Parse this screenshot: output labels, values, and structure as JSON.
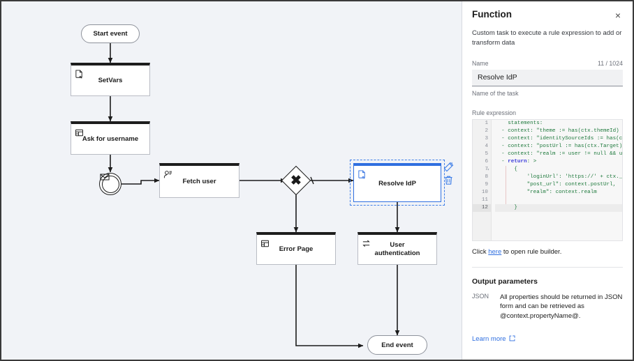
{
  "canvas": {
    "nodes": [
      {
        "id": "start",
        "label": "Start event",
        "type": "start-event",
        "icon": ""
      },
      {
        "id": "setvars",
        "label": "SetVars",
        "type": "task",
        "icon": "script-icon"
      },
      {
        "id": "ask",
        "label": "Ask for username",
        "type": "task",
        "icon": "form-icon"
      },
      {
        "id": "msg",
        "label": "",
        "type": "message-event",
        "icon": "envelope-icon"
      },
      {
        "id": "fetch",
        "label": "Fetch user",
        "type": "task",
        "icon": "user-lookup-icon"
      },
      {
        "id": "gw",
        "label": "",
        "type": "exclusive-gateway",
        "icon": "x-icon"
      },
      {
        "id": "resolve",
        "label": "Resolve IdP",
        "type": "task",
        "icon": "script-icon",
        "selected": true
      },
      {
        "id": "error",
        "label": "Error Page",
        "type": "task",
        "icon": "form-icon"
      },
      {
        "id": "auth",
        "label": "User\nauthentication",
        "type": "task",
        "icon": "exchange-icon"
      },
      {
        "id": "end",
        "label": "End event",
        "type": "end-event",
        "icon": ""
      }
    ],
    "tools": [
      {
        "name": "magic-wand-icon",
        "title": "Edit"
      },
      {
        "name": "trash-icon",
        "title": "Delete"
      }
    ],
    "background_color": "#f1f3f7",
    "selection_color": "#2f6fe0"
  },
  "panel": {
    "title": "Function",
    "close_label": "×",
    "description": "Custom task to execute a rule expression to add or transform data",
    "name_field": {
      "label": "Name",
      "counter": "11 / 1024",
      "value": "Resolve IdP",
      "placeholder": "",
      "helper": "Name of the task"
    },
    "rule_expression": {
      "label": "Rule expression",
      "current_line": 12,
      "lines": [
        {
          "n": 1,
          "text": "    statements:"
        },
        {
          "n": 2,
          "text": "  - context: \"theme := has(ctx.themeId) ? ctx"
        },
        {
          "n": 3,
          "text": "  - context: \"identitySourceIds := has(ctx.id"
        },
        {
          "n": 4,
          "text": "  - context: \"postUrl := has(ctx.Target) && c"
        },
        {
          "n": 5,
          "text": "  - context: \"realm := user != null && user.g"
        },
        {
          "n": 6,
          "text": "  - return: >"
        },
        {
          "n": 7,
          "text": "      {",
          "fold": true
        },
        {
          "n": 8,
          "text": "          'loginUrl': 'https://' + ctx.__tena"
        },
        {
          "n": 9,
          "text": "          \"post_url\": context.postUrl,"
        },
        {
          "n": 10,
          "text": "          \"realm\": context.realm"
        },
        {
          "n": 11,
          "text": ""
        },
        {
          "n": 12,
          "text": "      }"
        }
      ]
    },
    "rule_hint": {
      "prefix": "Click ",
      "link": "here",
      "suffix": " to open rule builder."
    },
    "output": {
      "title": "Output parameters",
      "key": "JSON",
      "value": "All properties should be returned in JSON form and can be retrieved as @context.propertyName@."
    },
    "learn_more": {
      "label": "Learn more",
      "icon": "external-link-icon"
    }
  }
}
